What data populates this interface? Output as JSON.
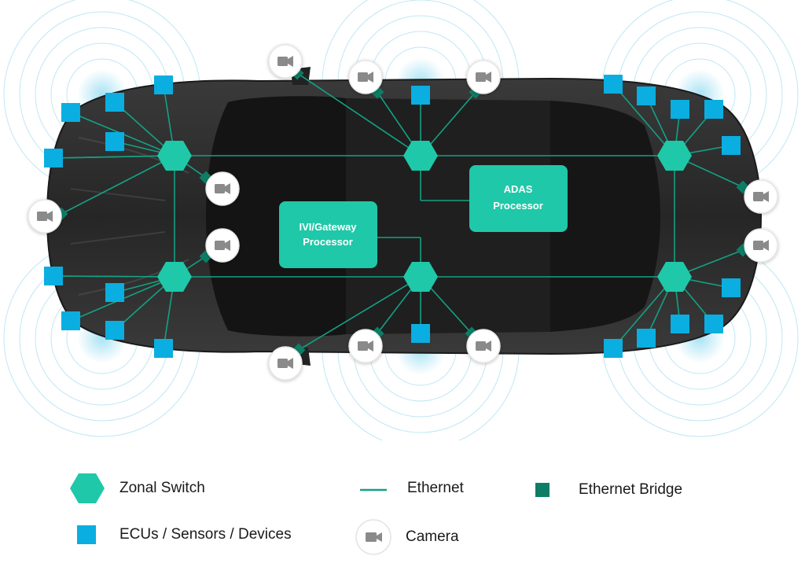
{
  "processors": {
    "adas": {
      "line1": "ADAS",
      "line2": "Processor"
    },
    "ivi": {
      "line1": "IVI/Gateway",
      "line2": "Processor"
    }
  },
  "legend": {
    "zonal_switch": "Zonal Switch",
    "ecus": "ECUs / Sensors / Devices",
    "ethernet": "Ethernet",
    "camera": "Camera",
    "ethernet_bridge": "Ethernet Bridge"
  },
  "colors": {
    "zonal_switch": "#1fc8a8",
    "ecu": "#0aaee0",
    "ethernet_line": "#14a184",
    "ethernet_bridge": "#0d7d66",
    "camera_icon": "#8a8a8a",
    "car_body": "#2a2a2a",
    "radar_rings": "#bfe7f3"
  },
  "icons": {
    "camera": "camera-icon",
    "zonal_switch": "hexagon-icon",
    "ecu": "square-icon",
    "ethernet_bridge": "small-square-icon"
  }
}
